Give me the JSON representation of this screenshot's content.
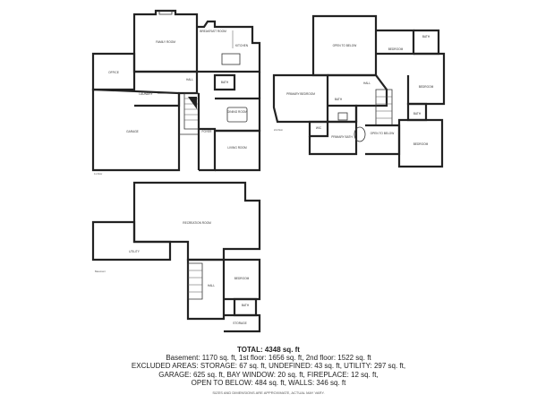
{
  "rooms": {
    "family_room": "FAMILY ROOM",
    "breakfast_room": "BREAKFAST ROOM",
    "kitchen": "KITCHEN",
    "office": "OFFICE",
    "laundry": "LAUNDRY",
    "bath_1": "BATH",
    "hall_1": "HALL",
    "dining_room": "DINING ROOM",
    "foyer": "FOYER",
    "living_room": "LIVING ROOM",
    "garage": "GARAGE",
    "open_to_below_1": "OPEN TO BELOW",
    "bedroom_1": "BEDROOM",
    "bath_2": "BATH",
    "primary_bedroom": "PRIMARY BEDROOM",
    "hall_2": "HALL",
    "bedroom_2": "BEDROOM",
    "bath_3": "BATH",
    "primary_bath": "PRIMARY BATH",
    "walk_in": "WIC",
    "open_to_below_2": "OPEN TO BELOW",
    "bath_4": "BATH",
    "bedroom_3": "BEDROOM",
    "recreation_room": "RECREATION ROOM",
    "utility": "UTILITY",
    "bedroom_4": "BEDROOM",
    "hall_3": "HALL",
    "bath_5": "BATH",
    "storage": "STORAGE"
  },
  "plan_labels": {
    "first_floor_tag": "1st floor",
    "second_floor_tag": "2nd floor",
    "basement_tag": "Basement"
  },
  "summary": {
    "total": "TOTAL: 4348 sq. ft",
    "line1": "Basement: 1170 sq. ft, 1st floor: 1656 sq. ft, 2nd floor: 1522 sq. ft",
    "line2": "EXCLUDED AREAS: STORAGE: 67 sq. ft, UNDEFINED: 43 sq. ft, UTILITY: 297 sq. ft,",
    "line3": "GARAGE: 625 sq. ft, BAY WINDOW: 20 sq. ft, FIREPLACE: 12 sq. ft,",
    "line4": "OPEN TO BELOW: 484 sq. ft, WALLS: 346 sq. ft",
    "disclaimer": "SIZES AND DIMENSIONS ARE APPROXIMATE, ACTUAL MAY VARY."
  }
}
